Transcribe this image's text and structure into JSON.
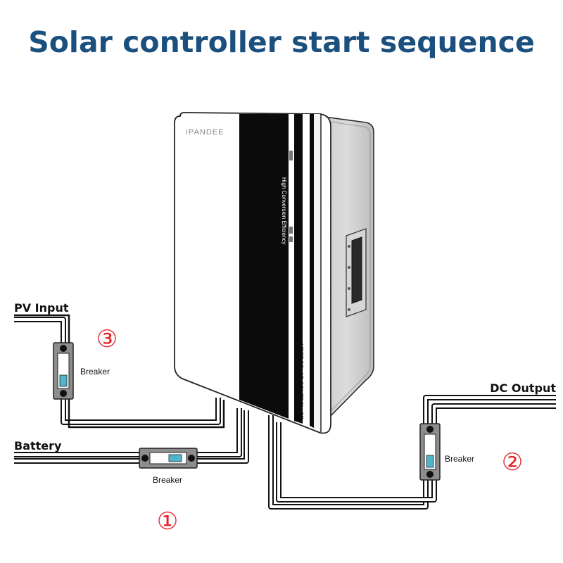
{
  "title": "Solar controller start sequence",
  "device": {
    "brand": "IPANDEE",
    "tagline": "High Conversion Efficiency",
    "model_text": "MPPT SOLAR CONTROLLER"
  },
  "wires": {
    "pv_input": "PV Input",
    "battery": "Battery",
    "dc_output": "DC Output"
  },
  "breakers": {
    "pv": "Breaker",
    "battery": "Breaker",
    "output": "Breaker"
  },
  "steps": {
    "battery": "①",
    "output": "②",
    "pv": "③"
  },
  "colors": {
    "title": "#1b4f7e",
    "step": "#e3262b",
    "breaker_indicator": "#4fb6c8"
  }
}
